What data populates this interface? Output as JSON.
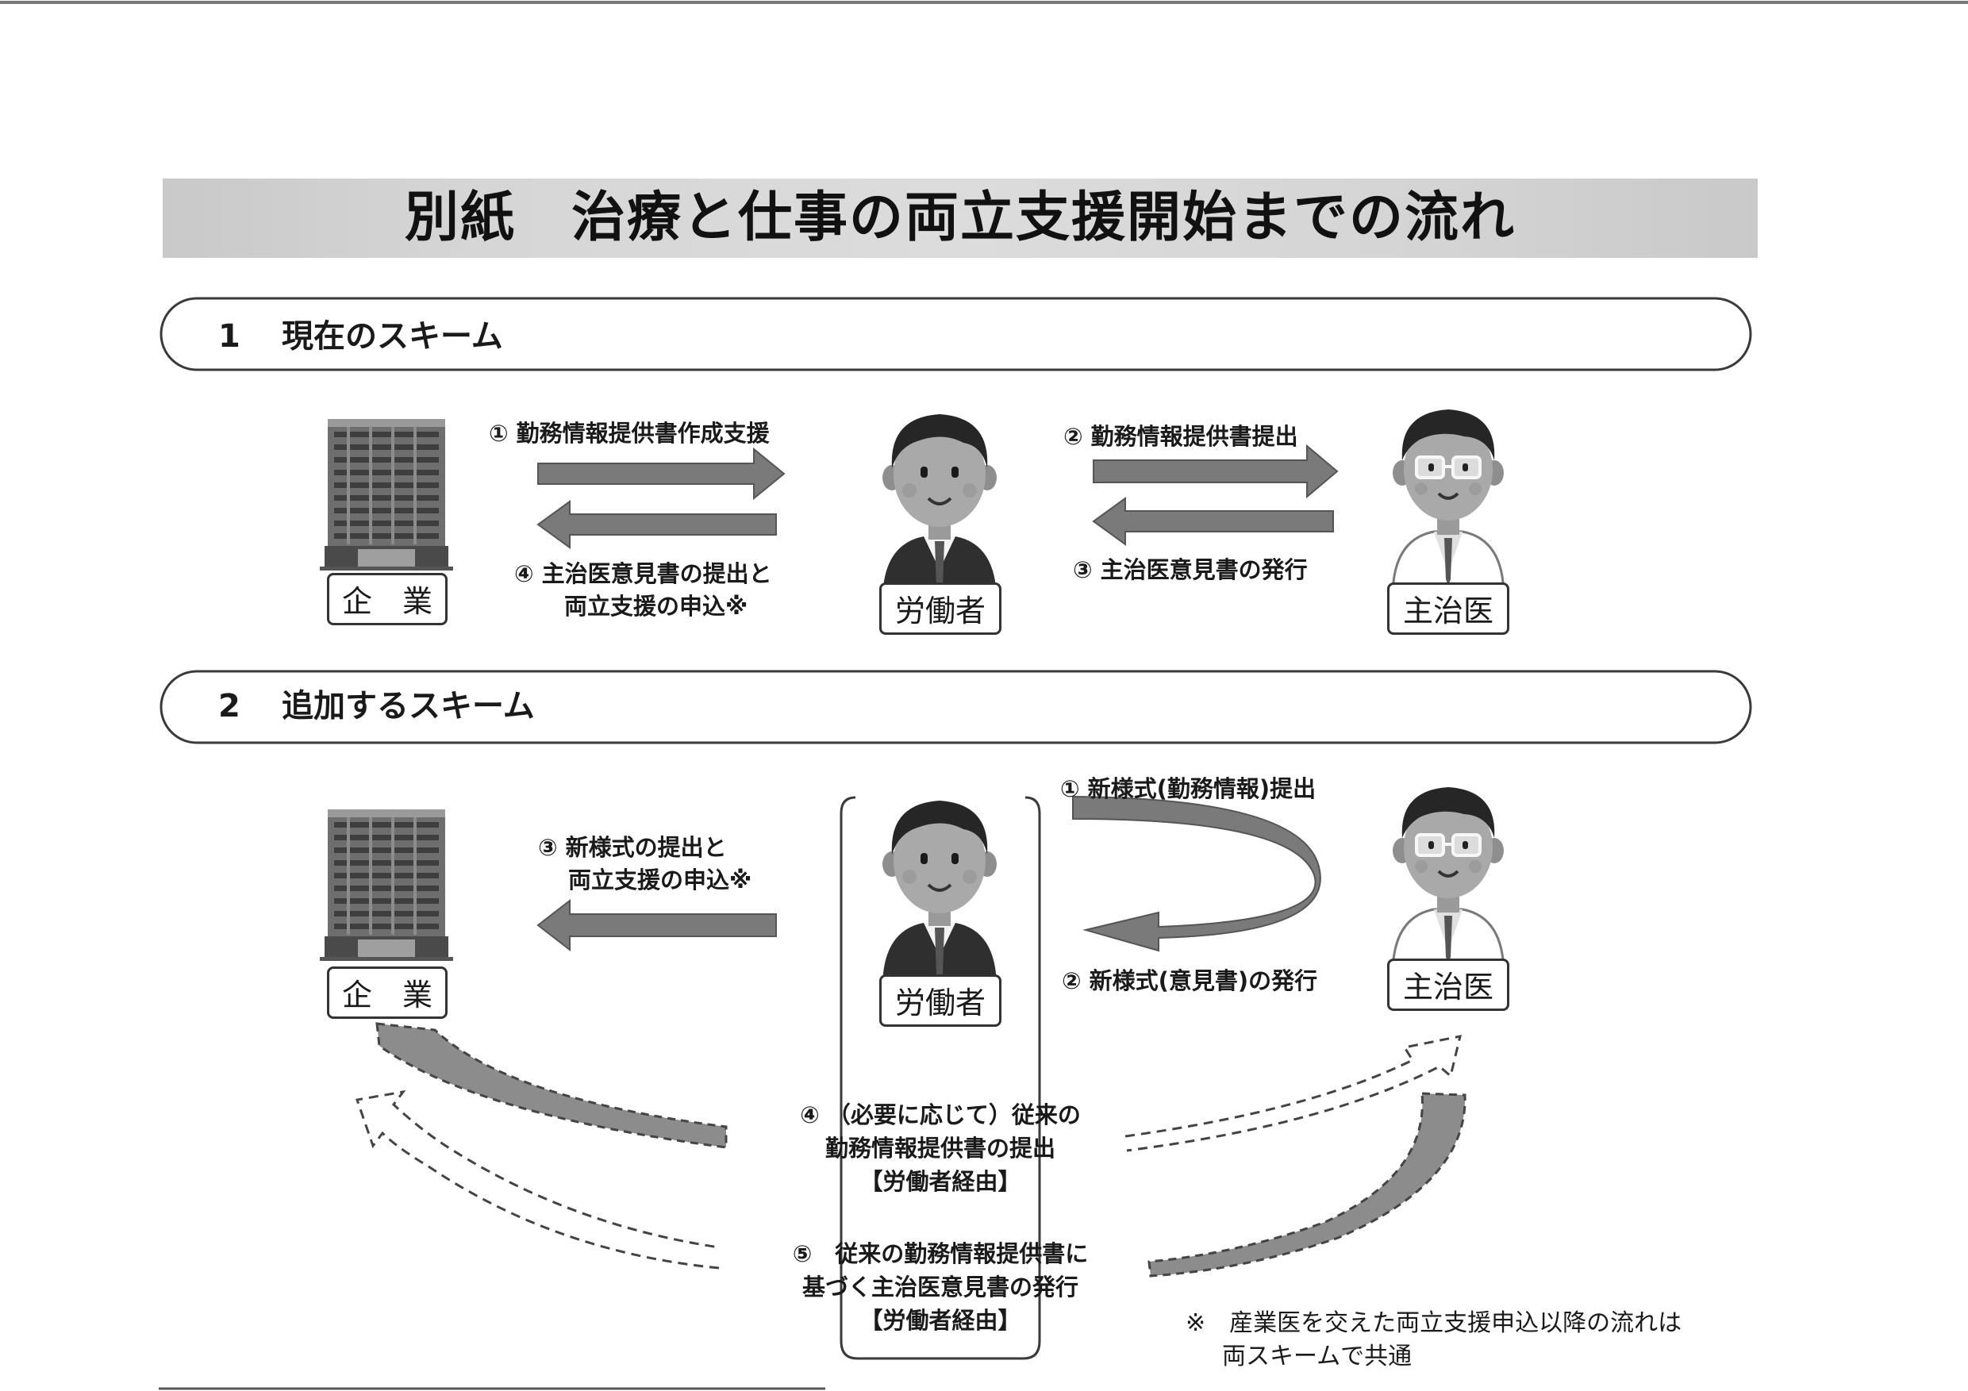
{
  "title": "別紙　治療と仕事の両立支援開始までの流れ",
  "sections": [
    {
      "number": "1",
      "title": "現在のスキーム"
    },
    {
      "number": "2",
      "title": "追加するスキーム"
    }
  ],
  "scheme1": {
    "company": "企　業",
    "worker": "労働者",
    "doctor": "主治医",
    "step1": "① 勤務情報提供書作成支援",
    "step2": "② 勤務情報提供書提出",
    "step3": "③ 主治医意見書の発行",
    "step4_line1": "④ 主治医意見書の提出と",
    "step4_line2": "両立支援の申込※"
  },
  "scheme2": {
    "company": "企　業",
    "worker": "労働者",
    "doctor": "主治医",
    "step1": "① 新様式(勤務情報)提出",
    "step2": "② 新様式(意見書)の発行",
    "step3_line1": "③ 新様式の提出と",
    "step3_line2": "両立支援の申込※",
    "step4_line1": "④ （必要に応じて）従来の",
    "step4_line2": "勤務情報提供書の提出",
    "step4_line3": "【労働者経由】",
    "step5_line1": "⑤　従来の勤務情報提供書に",
    "step5_line2": "基づく主治医意見書の発行",
    "step5_line3": "【労働者経由】"
  },
  "note_line1": "※　産業医を交えた両立支援申込以降の流れは",
  "note_line2": "両スキームで共通"
}
